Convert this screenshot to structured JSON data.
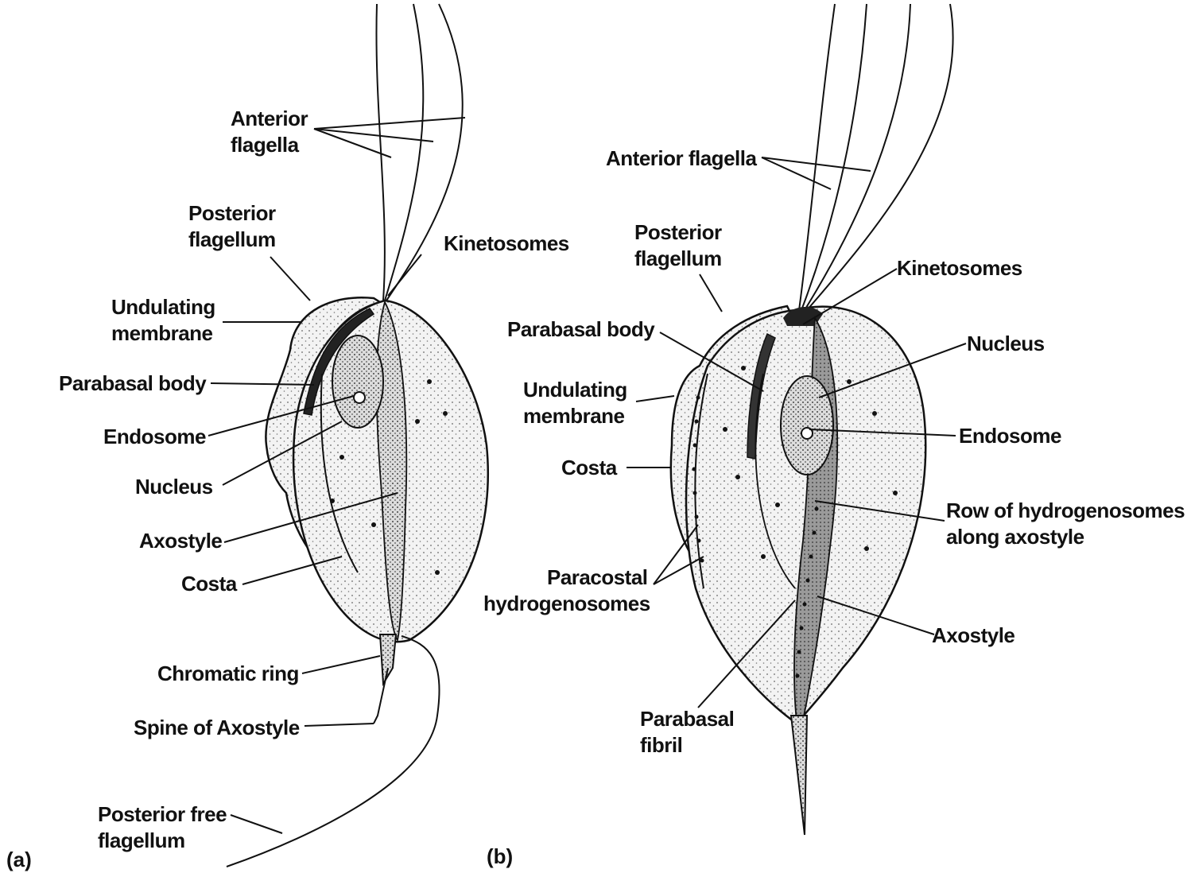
{
  "panel_a": {
    "tag": "(a)",
    "labels": {
      "anterior_flagella": [
        "Anterior",
        "flagella"
      ],
      "posterior_flagellum": [
        "Posterior",
        "flagellum"
      ],
      "kinetosomes": "Kinetosomes",
      "undulating_membrane": [
        "Undulating",
        "membrane"
      ],
      "parabasal_body": "Parabasal body",
      "endosome": "Endosome",
      "nucleus": "Nucleus",
      "axostyle": "Axostyle",
      "costa": "Costa",
      "chromatic_ring": "Chromatic ring",
      "spine_of_axostyle": "Spine of Axostyle",
      "posterior_free_flagellum": [
        "Posterior free",
        "flagellum"
      ]
    }
  },
  "panel_b": {
    "tag": "(b)",
    "labels": {
      "anterior_flagella": "Anterior flagella",
      "posterior_flagellum": [
        "Posterior",
        "flagellum"
      ],
      "kinetosomes": "Kinetosomes",
      "parabasal_body": "Parabasal body",
      "nucleus": "Nucleus",
      "undulating_membrane": [
        "Undulating",
        "membrane"
      ],
      "endosome": "Endosome",
      "costa": "Costa",
      "row_of_hydrogenosomes": [
        "Row of hydrogenosomes",
        "along axostyle"
      ],
      "paracostal_hydrogenosomes": [
        "Paracostal",
        "hydrogenosomes"
      ],
      "axostyle": "Axostyle",
      "parabasal_fibril": [
        "Parabasal",
        "fibril"
      ]
    }
  }
}
